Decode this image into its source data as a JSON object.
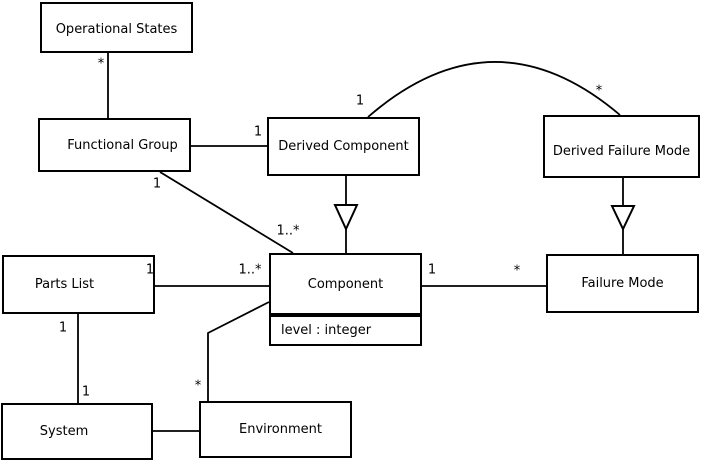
{
  "diagram": {
    "kind": "uml-class-diagram",
    "colors": {
      "line": "#000000",
      "background": "#ffffff",
      "box_fill": "#ffffff",
      "text": "#000000"
    },
    "classes": [
      {
        "name": "Operational States"
      },
      {
        "name": "Functional Group"
      },
      {
        "name": "Derived Component"
      },
      {
        "name": "Derived Failure Mode"
      },
      {
        "name": "Parts List"
      },
      {
        "name": "Component",
        "attributes": [
          "level : integer"
        ]
      },
      {
        "name": "Failure Mode"
      },
      {
        "name": "System"
      },
      {
        "name": "Environment"
      }
    ],
    "relations": [
      {
        "type": "association",
        "from": "Operational States",
        "to": "Functional Group",
        "from_multiplicity": "*"
      },
      {
        "type": "association",
        "from": "Functional Group",
        "to": "Derived Component",
        "to_multiplicity": "1"
      },
      {
        "type": "association",
        "from": "Functional Group",
        "to": "Component",
        "from_multiplicity": "1",
        "to_multiplicity": "1..*"
      },
      {
        "type": "association",
        "from": "Derived Component",
        "to": "Derived Failure Mode",
        "from_multiplicity": "1",
        "to_multiplicity": "*",
        "style": "curved-arc"
      },
      {
        "type": "generalization",
        "from": "Derived Component",
        "to": "Component"
      },
      {
        "type": "generalization",
        "from": "Derived Failure Mode",
        "to": "Failure Mode"
      },
      {
        "type": "association",
        "from": "Parts List",
        "to": "Component",
        "from_multiplicity": "1",
        "to_multiplicity": "1..*"
      },
      {
        "type": "association",
        "from": "Component",
        "to": "Failure Mode",
        "from_multiplicity": "1",
        "to_multiplicity": "*"
      },
      {
        "type": "association",
        "from": "Parts List",
        "to": "System",
        "from_multiplicity": "1",
        "to_multiplicity": "1"
      },
      {
        "type": "association",
        "from": "System",
        "to": "Environment"
      },
      {
        "type": "association",
        "from": "Environment",
        "to": "Component",
        "from_multiplicity": "*"
      }
    ]
  }
}
